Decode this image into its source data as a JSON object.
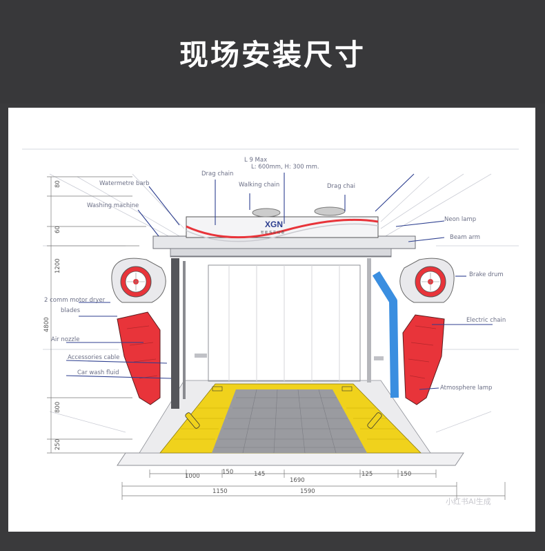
{
  "page": {
    "title": "现场安装尺寸"
  },
  "top_note": {
    "line1": "L 9 Max",
    "line2": "L: 600mm, H: 300 mm."
  },
  "brand": {
    "name": "XGN",
    "tagline": "智 能 洗 车 设 备"
  },
  "labels": {
    "drag_chain": "Drag chain",
    "walking_chain": "Walking chain",
    "drag_chain_right": "Drag chai",
    "water_meter": "Watermetre barb",
    "washing_machine": "Washing machine",
    "dryer_motor_line1": "2 comm motor dryer",
    "dryer_motor_line2": "blades",
    "air_nozzle": "Air nozzle",
    "accessories_cable": "Accessories cable",
    "car_wash_fluid": "Car wash fluid",
    "neon_lamp": "Neon lamp",
    "beam_arm": "Beam arm",
    "brake_drum": "Brake drum",
    "electric_chain": "Electric chain",
    "atmosphere_lamp": "Atmosphere lamp"
  },
  "dimensions": {
    "v_total": "4800",
    "v_top": "80",
    "v_beam": "60",
    "v_mid": "1200",
    "v_800": "800",
    "v_250": "250",
    "h_1000": "1000",
    "h_150": "150",
    "h_1150": "1150",
    "h_145": "145",
    "h_1690": "1690",
    "h_1590": "1590",
    "h_125": "125",
    "h_150b": "150"
  },
  "watermark": "小红书AI生成",
  "colors": {
    "header_bg": "#38383a",
    "brush_red": "#e8343a",
    "track_yellow": "#f0d21c",
    "frame_blue": "#3a8ee0",
    "frame_gray": "#55565b",
    "leader_blue": "#2c3e8f"
  }
}
